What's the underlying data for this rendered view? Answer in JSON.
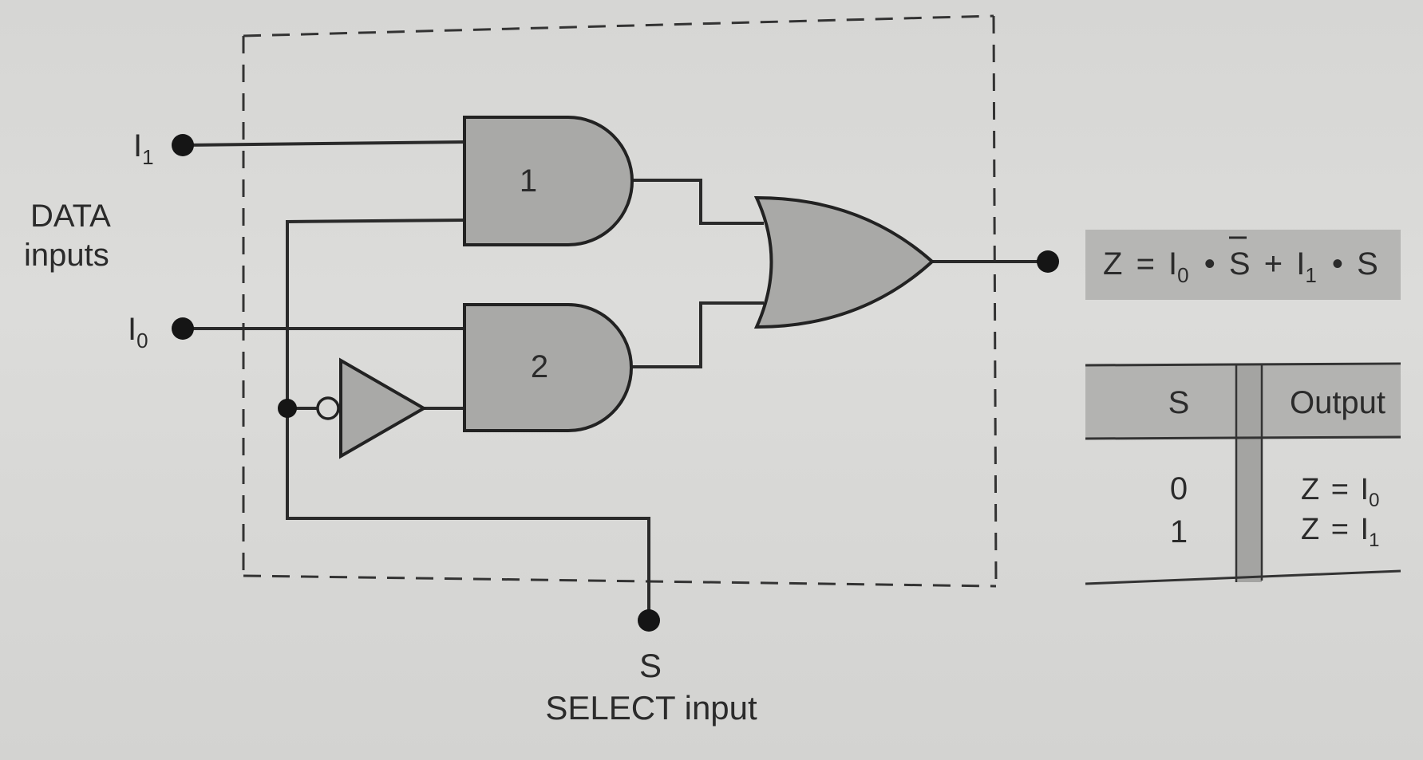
{
  "labels": {
    "i1": "I",
    "i1_sub": "1",
    "i0": "I",
    "i0_sub": "0",
    "data_line1": "DATA",
    "data_line2": "inputs",
    "gate1": "1",
    "gate2": "2",
    "s": "S",
    "select": "SELECT input"
  },
  "equation": {
    "z": "Z",
    "eq": "=",
    "i0": "I",
    "i0_sub": "0",
    "dot1": "•",
    "sbar": "S",
    "plus": "+",
    "i1": "I",
    "i1_sub": "1",
    "dot2": "•",
    "s": "S"
  },
  "table": {
    "header_s": "S",
    "header_output": "Output",
    "rows": [
      {
        "s": "0",
        "z": "Z",
        "eq": "=",
        "i": "I",
        "sub": "0"
      },
      {
        "s": "1",
        "z": "Z",
        "eq": "=",
        "i": "I",
        "sub": "1"
      }
    ]
  }
}
